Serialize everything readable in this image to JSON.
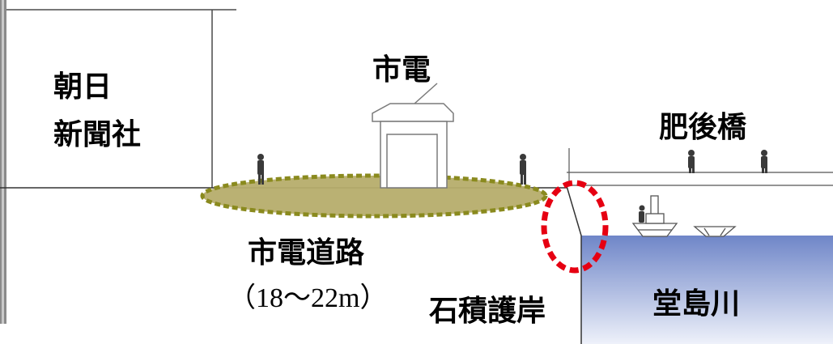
{
  "labels": {
    "asahi_line1": "朝日",
    "asahi_line2": "新聞社",
    "tram": "市電",
    "higobashi": "肥後橋",
    "tram_road": "市電道路",
    "road_width": "（18〜22m）",
    "stone_revetment": "石積護岸",
    "dojima_river": "堂島川"
  },
  "colors": {
    "road_fill": "#b6ad6c",
    "road_dash": "#8a8a1e",
    "revetment_dash": "#e60012",
    "river_top": "#6f86c8",
    "river_bottom": "#eef1fa",
    "line": "#333333"
  }
}
